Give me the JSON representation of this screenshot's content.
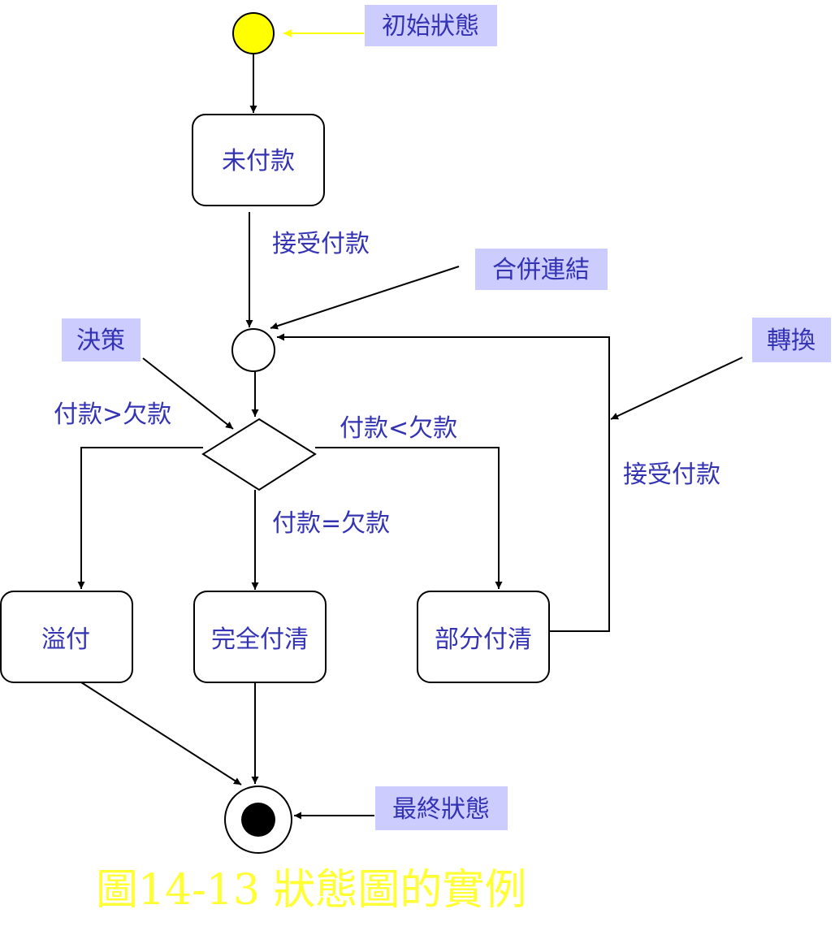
{
  "colors": {
    "text": "#3333b3",
    "tag_background": "#ccccff",
    "initial_fill": "#ffff00",
    "caption": "#ffff33",
    "line": "#000000"
  },
  "tags": {
    "initial": "初始狀態",
    "merge": "合併連結",
    "decision": "決策",
    "transition": "轉換",
    "final": "最終狀態"
  },
  "states": {
    "unpaid": "未付款",
    "overpaid": "溢付",
    "fully_paid": "完全付清",
    "partially_paid": "部分付清"
  },
  "edge_labels": {
    "accept_payment_1": "接受付款",
    "accept_payment_2": "接受付款",
    "greater": "付款>欠款",
    "less": "付款<欠款",
    "equal": "付款=欠款"
  },
  "caption": "圖14-13 狀態圖的實例"
}
